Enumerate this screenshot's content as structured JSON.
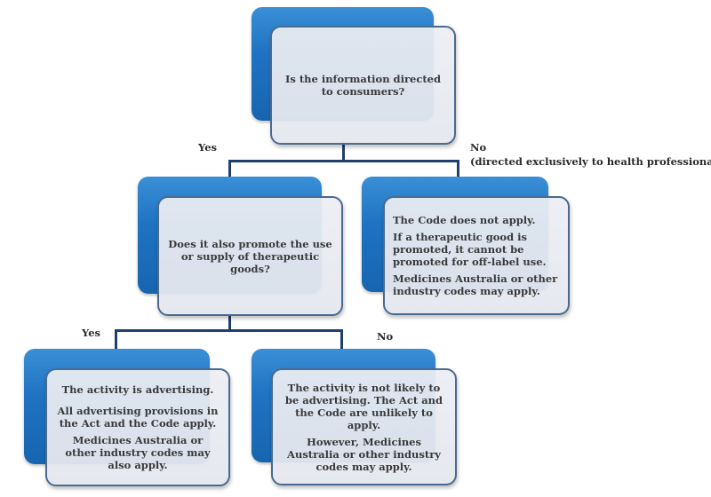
{
  "diagram": {
    "type": "decision-tree",
    "nodes": {
      "root": {
        "lines": [
          "Is the information directed to consumers?"
        ]
      },
      "promote_question": {
        "lines": [
          "Does it also promote the use or supply of therapeutic goods?"
        ]
      },
      "code_not_apply": {
        "lines": [
          "The Code does not apply.",
          "If a therapeutic good is promoted, it cannot be promoted for off-label use.",
          "Medicines Australia or other industry codes may apply."
        ]
      },
      "is_advertising": {
        "lines": [
          "The activity is advertising.",
          "All advertising provisions in the Act and the Code apply.",
          "Medicines Australia or other industry codes may also apply."
        ]
      },
      "not_advertising": {
        "lines": [
          "The activity is not likely to be advertising. The Act and the Code are unlikely to apply.",
          "However, Medicines Australia or other industry codes may apply."
        ]
      }
    },
    "edges": {
      "root_yes": "Yes",
      "root_no": "No",
      "root_no_note": "(directed exclusively to health professionals)",
      "promote_yes": "Yes",
      "promote_no": "No"
    },
    "colors": {
      "box_back": "#1f73c2",
      "box_front": "#e6e9ef",
      "box_border": "#4a6a90",
      "connector": "#1f3f6e",
      "text": "#3a3a3a"
    }
  }
}
